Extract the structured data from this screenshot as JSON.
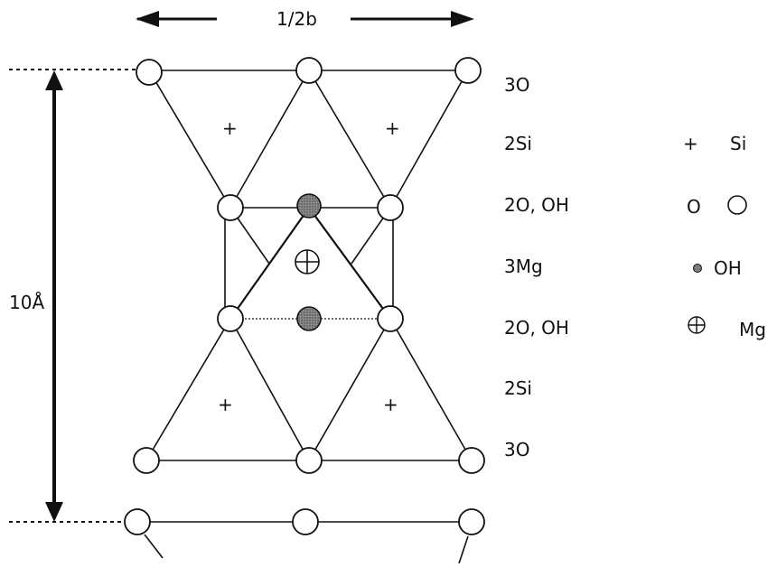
{
  "diagram": {
    "width_label": "1/2b",
    "height_label": "10Å",
    "layer_labels": [
      "3O",
      "2Si",
      "2O, OH",
      "3Mg",
      "2O, OH",
      "2Si",
      "3O"
    ],
    "plus_symbol": "+",
    "legend": {
      "si_label": "Si",
      "o_label": "O",
      "oh_label": "OH",
      "mg_label": "Mg"
    },
    "colors": {
      "line": "#111111",
      "oh_fill": "#777777",
      "node_fill": "#ffffff"
    }
  }
}
